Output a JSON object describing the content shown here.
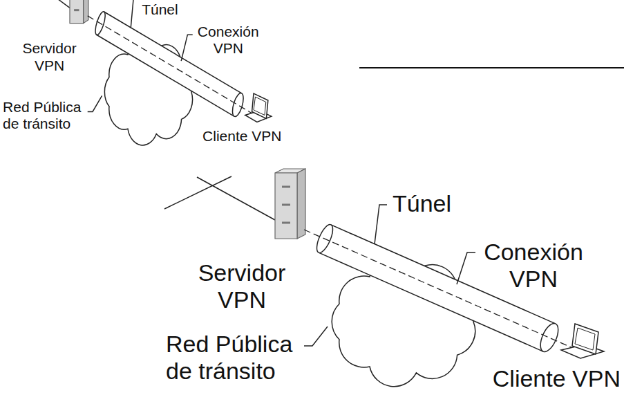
{
  "diagram": {
    "labels": [
      "Túnel",
      "Servidor VPN",
      "Conexión VPN",
      "Red Pública de tránsito",
      "Cliente VPN",
      "Túnel",
      "Servidor VPN",
      "Conexión VPN",
      "Red Pública de tránsito",
      "Cliente VPN"
    ]
  }
}
